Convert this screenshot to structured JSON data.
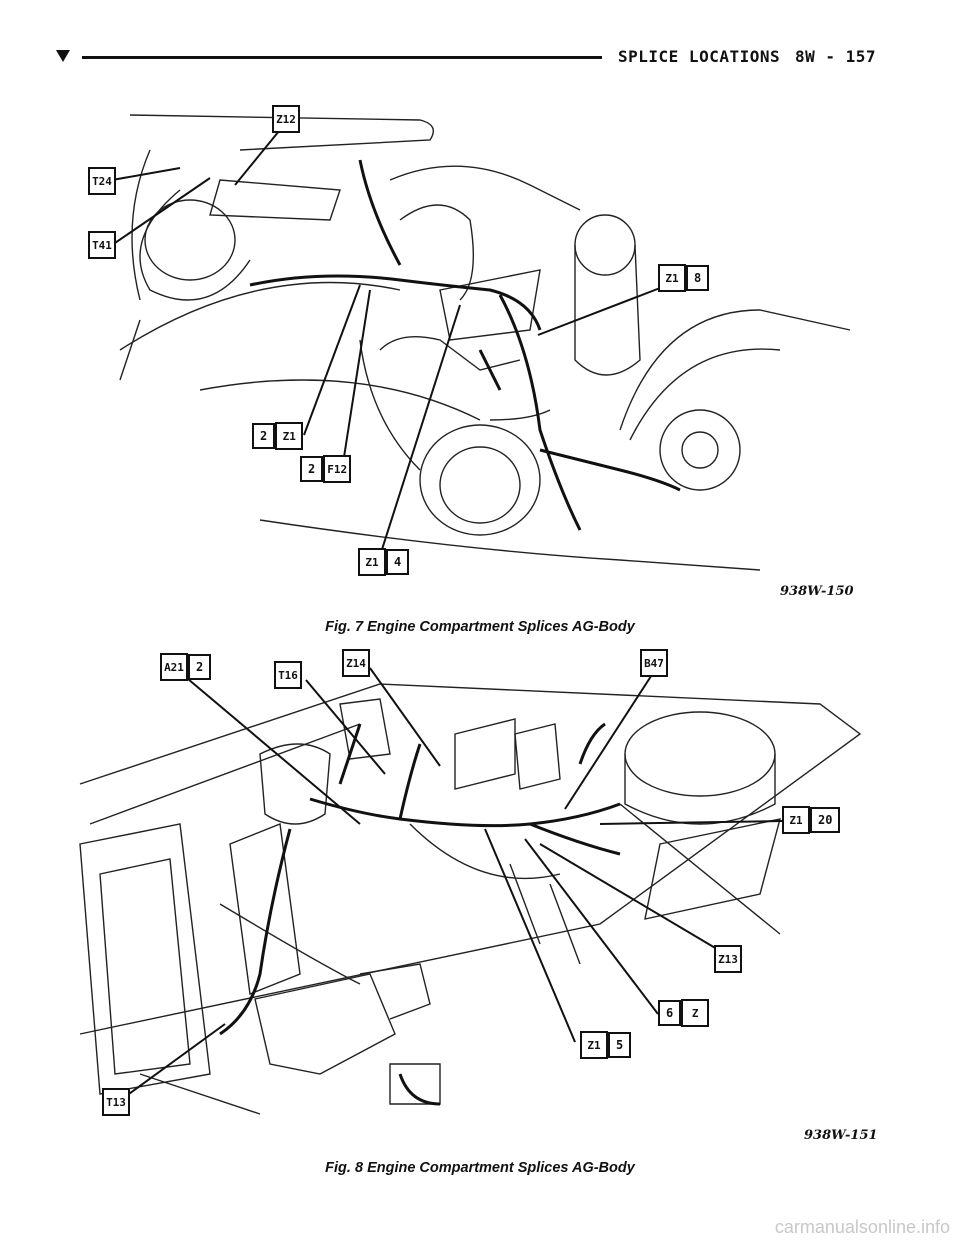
{
  "header": {
    "title": "SPLICE LOCATIONS",
    "page": "8W - 157"
  },
  "figures": [
    {
      "code": "938W-150",
      "caption": "Fig. 7 Engine Compartment Splices AG-Body",
      "labels": [
        "Z12",
        "T24",
        "T41",
        "Z1",
        "8",
        "2",
        "Z1",
        "2",
        "F12",
        "Z1",
        "4"
      ]
    },
    {
      "code": "938W-151",
      "caption": "Fig. 8 Engine Compartment Splices AG-Body",
      "labels": [
        "A21",
        "2",
        "T16",
        "Z14",
        "B47",
        "Z1",
        "20",
        "Z13",
        "6",
        "Z",
        "Z1",
        "5",
        "T13"
      ]
    }
  ],
  "watermark": "carmanualsonline.info"
}
